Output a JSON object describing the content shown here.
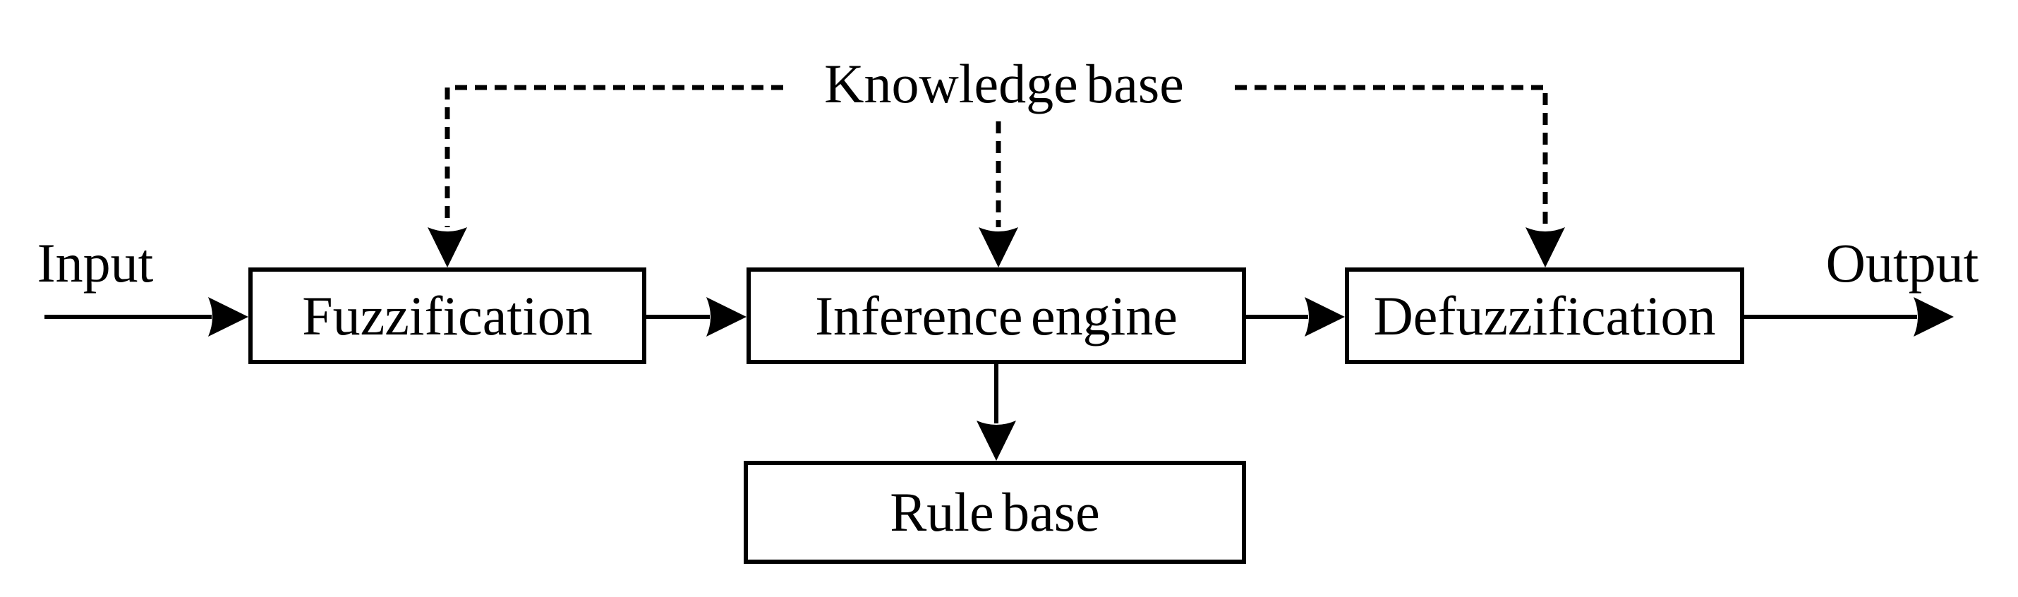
{
  "diagram": {
    "kb_label": "Knowledge base",
    "input_label": "Input",
    "output_label": "Output",
    "boxes": {
      "fuzzification": "Fuzzification",
      "inference_engine": "Inference engine",
      "defuzzification": "Defuzzification",
      "rule_base": "Rule base"
    },
    "colors": {
      "line": "#000000",
      "background": "#ffffff",
      "box_fill": "#ffffff"
    }
  }
}
